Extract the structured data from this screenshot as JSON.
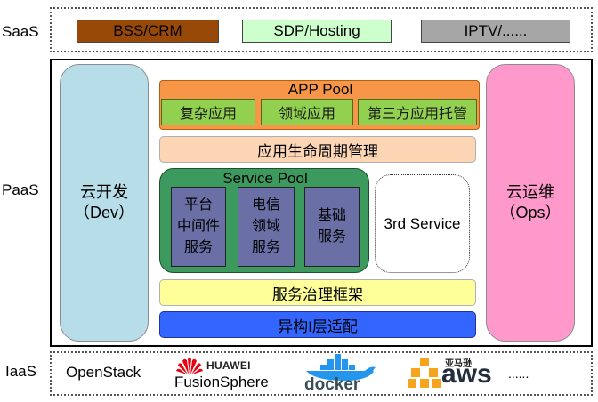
{
  "layers": {
    "saas": "SaaS",
    "paas": "PaaS",
    "iaas": "IaaS"
  },
  "saas_items": {
    "bss": "BSS/CRM",
    "sdp": "SDP/Hosting",
    "iptv": "IPTV/......"
  },
  "paas": {
    "dev": {
      "line1": "云开发",
      "line2": "（Dev）"
    },
    "ops": {
      "line1": "云运维",
      "line2": "（Ops）"
    },
    "app_pool": {
      "title": "APP Pool",
      "items": [
        "复杂应用",
        "领域应用",
        "第三方应用托管"
      ]
    },
    "lifecycle": "应用生命周期管理",
    "service_pool": {
      "title": "Service Pool",
      "items": [
        [
          "平台",
          "中间件",
          "服务"
        ],
        [
          "电信",
          "领域",
          "服务"
        ],
        [
          "基础",
          "服务"
        ]
      ]
    },
    "third_service": "3rd Service",
    "governance": "服务治理框架",
    "adaptation": "异构I层适配"
  },
  "iaas": {
    "openstack": "OpenStack",
    "huawei_brand": "HUAWEI",
    "huawei_product": "FusionSphere",
    "docker": "docker",
    "aws_cn": "亚马逊",
    "aws": "aws",
    "more": "......"
  },
  "colors": {
    "bss_bg": "#984807",
    "sdp_bg": "#ccffcc",
    "iptv_bg": "#a6a6a6",
    "dev_bg": "#b7dde8",
    "ops_bg": "#ff99cc",
    "app_pool_bg": "#f79646",
    "lifecycle_bg": "#fcd5b4",
    "service_pool_bg": "#3d9a5f",
    "governance_bg": "#ffff99",
    "adaptation_bg": "#3366ff"
  }
}
